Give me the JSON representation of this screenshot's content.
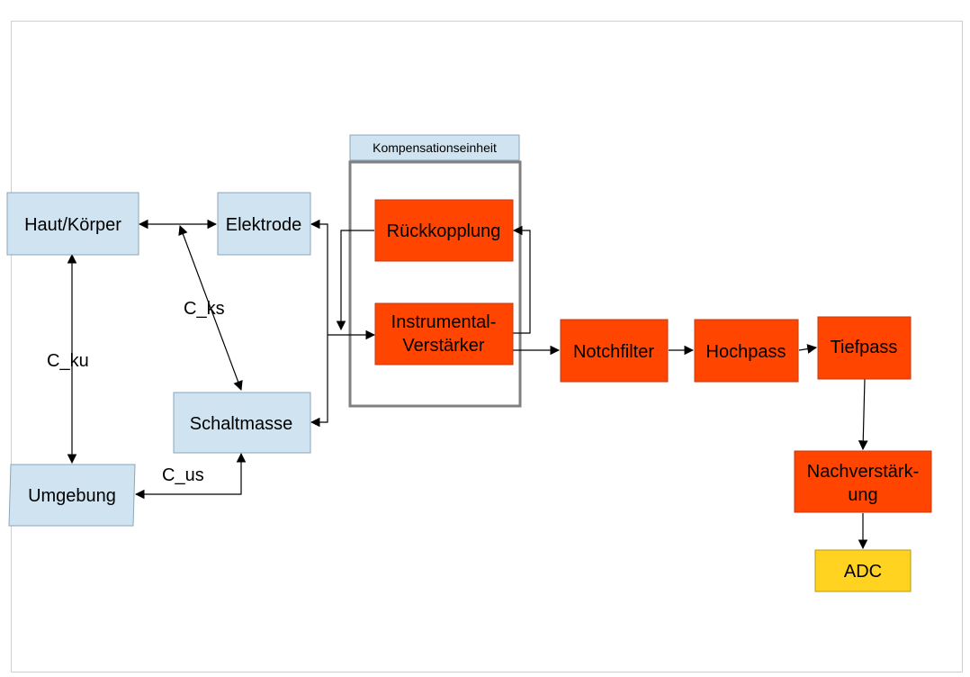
{
  "colors": {
    "blue_box": "#cfe3f0",
    "blue_border": "#8aa6ba",
    "red_box": "#ff4500",
    "red_border": "#c23a12",
    "yellow_box": "#ffd320",
    "yellow_border": "#b69716",
    "group_border": "#808080"
  },
  "nodes": {
    "haut": "Haut/Körper",
    "elektrode": "Elektrode",
    "schaltmasse": "Schaltmasse",
    "umgebung": "Umgebung",
    "kompensation_title": "Kompensationseinheit",
    "rueckkopplung": "Rückkopplung",
    "instrumental_1": "Instrumental-",
    "instrumental_2": "Verstärker",
    "notchfilter": "Notchfilter",
    "hochpass": "Hochpass",
    "tiefpass": "Tiefpass",
    "nachverstaerkung_1": "Nachverstärk-",
    "nachverstaerkung_2": "ung",
    "adc": "ADC"
  },
  "edge_labels": {
    "c_ks": "C_ks",
    "c_ku": "C_ku",
    "c_us": "C_us"
  }
}
